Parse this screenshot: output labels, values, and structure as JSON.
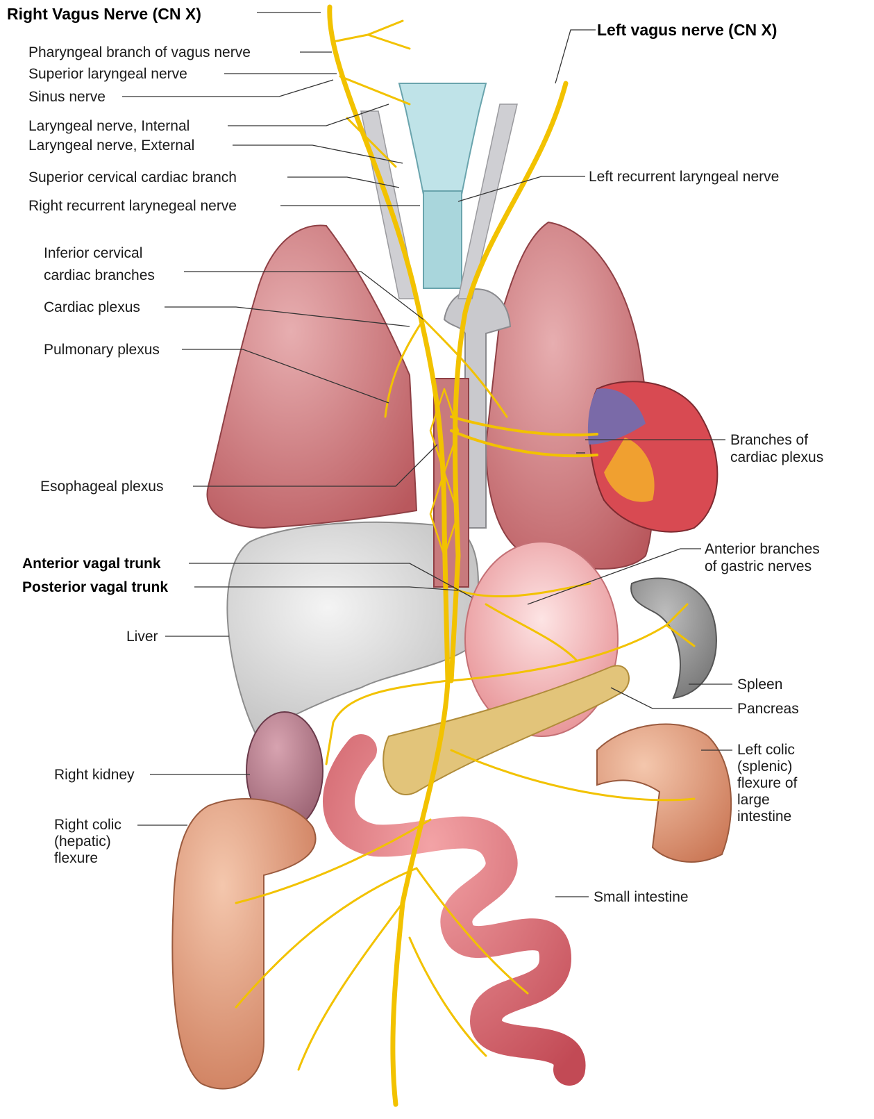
{
  "labels": {
    "right_vagus": "Right Vagus Nerve (CN X)",
    "left_vagus": "Left vagus nerve (CN X)",
    "pharyngeal_branch": "Pharyngeal branch of vagus nerve",
    "superior_laryngeal": "Superior laryngeal nerve",
    "sinus_nerve": "Sinus nerve",
    "laryngeal_internal": "Laryngeal nerve, Internal",
    "laryngeal_external": "Laryngeal nerve, External",
    "superior_cervical_cardiac": "Superior cervical cardiac branch",
    "right_recurrent": "Right recurrent larynegeal nerve",
    "left_recurrent": "Left recurrent laryngeal nerve",
    "inferior_cervical_cardiac": "Inferior cervical\ncardiac branches",
    "cardiac_plexus": "Cardiac plexus",
    "pulmonary_plexus": "Pulmonary plexus",
    "branches_cardiac_plexus": "Branches of\ncardiac plexus",
    "esophageal_plexus": "Esophageal plexus",
    "anterior_gastric": "Anterior branches\nof gastric nerves",
    "anterior_vagal_trunk": "Anterior vagal trunk",
    "posterior_vagal_trunk": "Posterior vagal trunk",
    "liver": "Liver",
    "spleen": "Spleen",
    "pancreas": "Pancreas",
    "left_colic": "Left colic\n(splenic)\nflexure of\nlarge\nintestine",
    "right_kidney": "Right kidney",
    "right_colic": "Right colic\n(hepatic)\nflexure",
    "small_intestine": "Small intestine"
  },
  "colors": {
    "nerve": "#f2c200",
    "lung": "#c9787a",
    "liver": "#dadada",
    "stomach": "#f2b5b5",
    "pancreas": "#e2c47a",
    "spleen": "#8d8d8d",
    "intestine": "#d98b6a",
    "small_intestine": "#d86a72",
    "trachea": "#a9d6dc",
    "vessel": "#c8c8cc",
    "heart_red": "#d84a52",
    "heart_purple": "#7a6aa8",
    "heart_orange": "#f0a030"
  }
}
